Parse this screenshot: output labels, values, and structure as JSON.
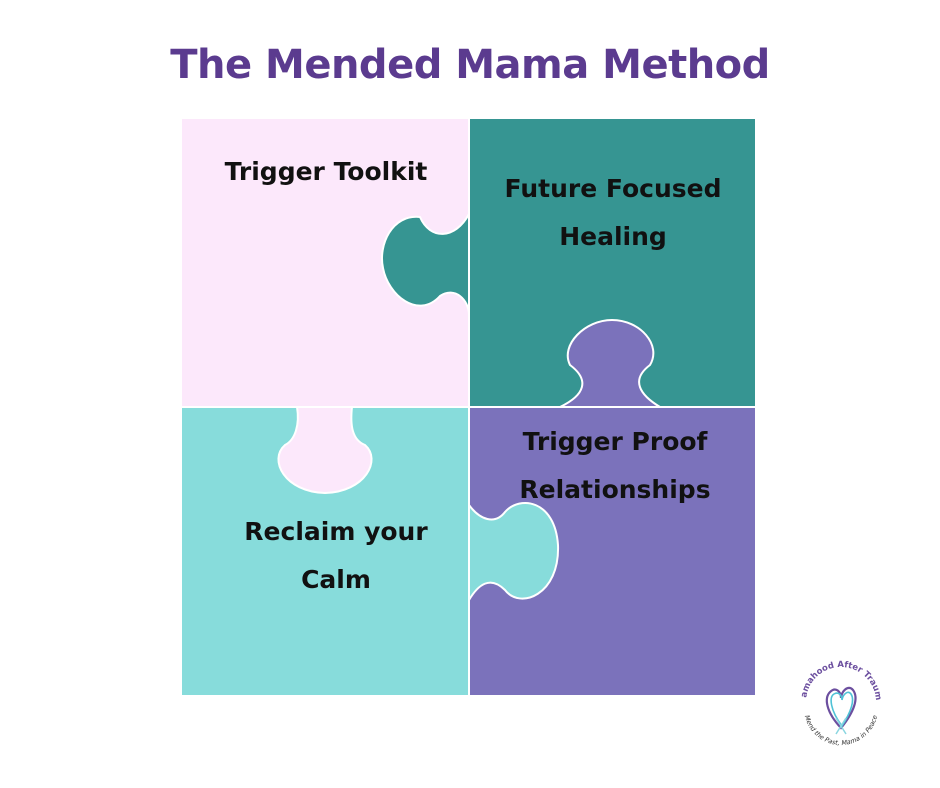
{
  "title": "The Mended Mama Method",
  "pieces": {
    "top_left": {
      "label": "Trigger Toolkit",
      "color": "#fce8fb"
    },
    "top_right": {
      "label_line1": "Future Focused",
      "label_line2": "Healing",
      "color": "#369592"
    },
    "bottom_right": {
      "label_line1": "Trigger Proof",
      "label_line2": "Relationships",
      "color": "#7b72bb"
    },
    "bottom_left": {
      "label_line1": "Reclaim your",
      "label_line2": "Calm",
      "color": "#87dcdb"
    }
  },
  "logo": {
    "top_text": "Mamahood After Trauma",
    "bottom_text": "Mend the Past, Mama in Peace",
    "color": "#6c4f9f"
  },
  "colors": {
    "title": "#5b3b8f",
    "text": "#111111",
    "seam": "#ffffff"
  }
}
